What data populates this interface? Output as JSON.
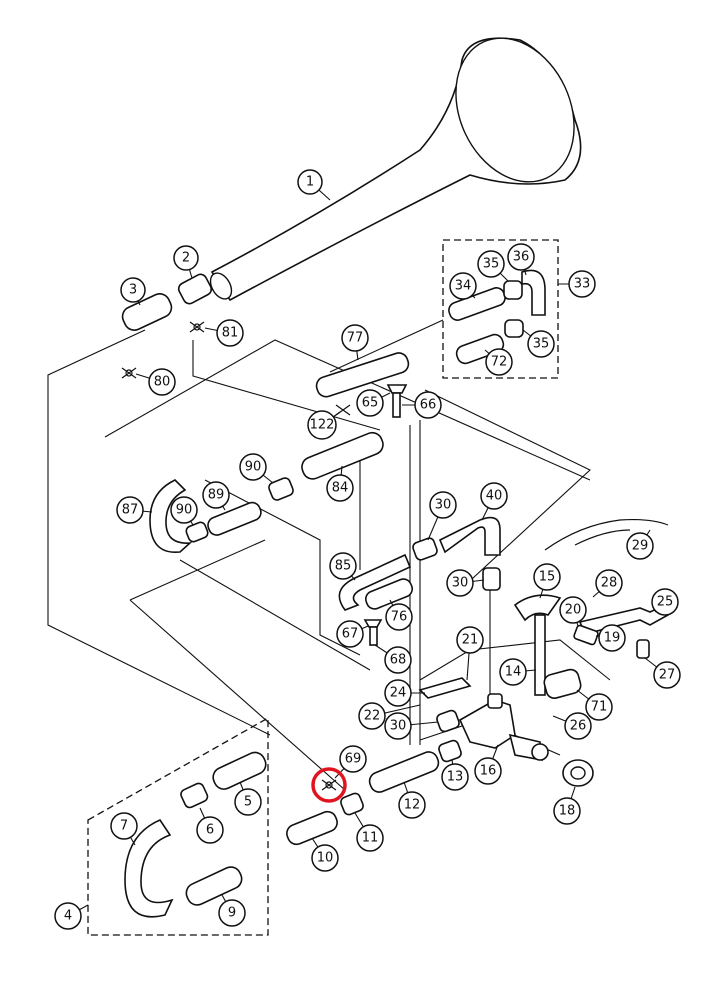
{
  "callouts": [
    {
      "id": "p1",
      "label": "1"
    },
    {
      "id": "p2",
      "label": "2"
    },
    {
      "id": "p3",
      "label": "3"
    },
    {
      "id": "p81",
      "label": "81"
    },
    {
      "id": "p80",
      "label": "80"
    },
    {
      "id": "p77",
      "label": "77"
    },
    {
      "id": "p33",
      "label": "33"
    },
    {
      "id": "p34",
      "label": "34"
    },
    {
      "id": "p35a",
      "label": "35"
    },
    {
      "id": "p36",
      "label": "36"
    },
    {
      "id": "p35b",
      "label": "35"
    },
    {
      "id": "p72",
      "label": "72"
    },
    {
      "id": "p65",
      "label": "65"
    },
    {
      "id": "p66",
      "label": "66"
    },
    {
      "id": "p122",
      "label": "122"
    },
    {
      "id": "p84",
      "label": "84"
    },
    {
      "id": "p90a",
      "label": "90"
    },
    {
      "id": "p89",
      "label": "89"
    },
    {
      "id": "p87",
      "label": "87"
    },
    {
      "id": "p90b",
      "label": "90"
    },
    {
      "id": "p30a",
      "label": "30"
    },
    {
      "id": "p40",
      "label": "40"
    },
    {
      "id": "p29",
      "label": "29"
    },
    {
      "id": "p85",
      "label": "85"
    },
    {
      "id": "p76",
      "label": "76"
    },
    {
      "id": "p30b",
      "label": "30"
    },
    {
      "id": "p15",
      "label": "15"
    },
    {
      "id": "p28",
      "label": "28"
    },
    {
      "id": "p25",
      "label": "25"
    },
    {
      "id": "p20",
      "label": "20"
    },
    {
      "id": "p19",
      "label": "19"
    },
    {
      "id": "p67",
      "label": "67"
    },
    {
      "id": "p68",
      "label": "68"
    },
    {
      "id": "p21",
      "label": "21"
    },
    {
      "id": "p27",
      "label": "27"
    },
    {
      "id": "p14",
      "label": "14"
    },
    {
      "id": "p24",
      "label": "24"
    },
    {
      "id": "p71",
      "label": "71"
    },
    {
      "id": "p22",
      "label": "22"
    },
    {
      "id": "p30c",
      "label": "30"
    },
    {
      "id": "p26",
      "label": "26"
    },
    {
      "id": "p69",
      "label": "69"
    },
    {
      "id": "p13",
      "label": "13"
    },
    {
      "id": "p16",
      "label": "16"
    },
    {
      "id": "p5",
      "label": "5"
    },
    {
      "id": "p12",
      "label": "12"
    },
    {
      "id": "p18",
      "label": "18"
    },
    {
      "id": "p7",
      "label": "7"
    },
    {
      "id": "p6",
      "label": "6"
    },
    {
      "id": "p11",
      "label": "11"
    },
    {
      "id": "p10",
      "label": "10"
    },
    {
      "id": "p4",
      "label": "4"
    },
    {
      "id": "p9",
      "label": "9"
    }
  ],
  "highlight": {
    "target": "69",
    "color": "#e0141e"
  }
}
